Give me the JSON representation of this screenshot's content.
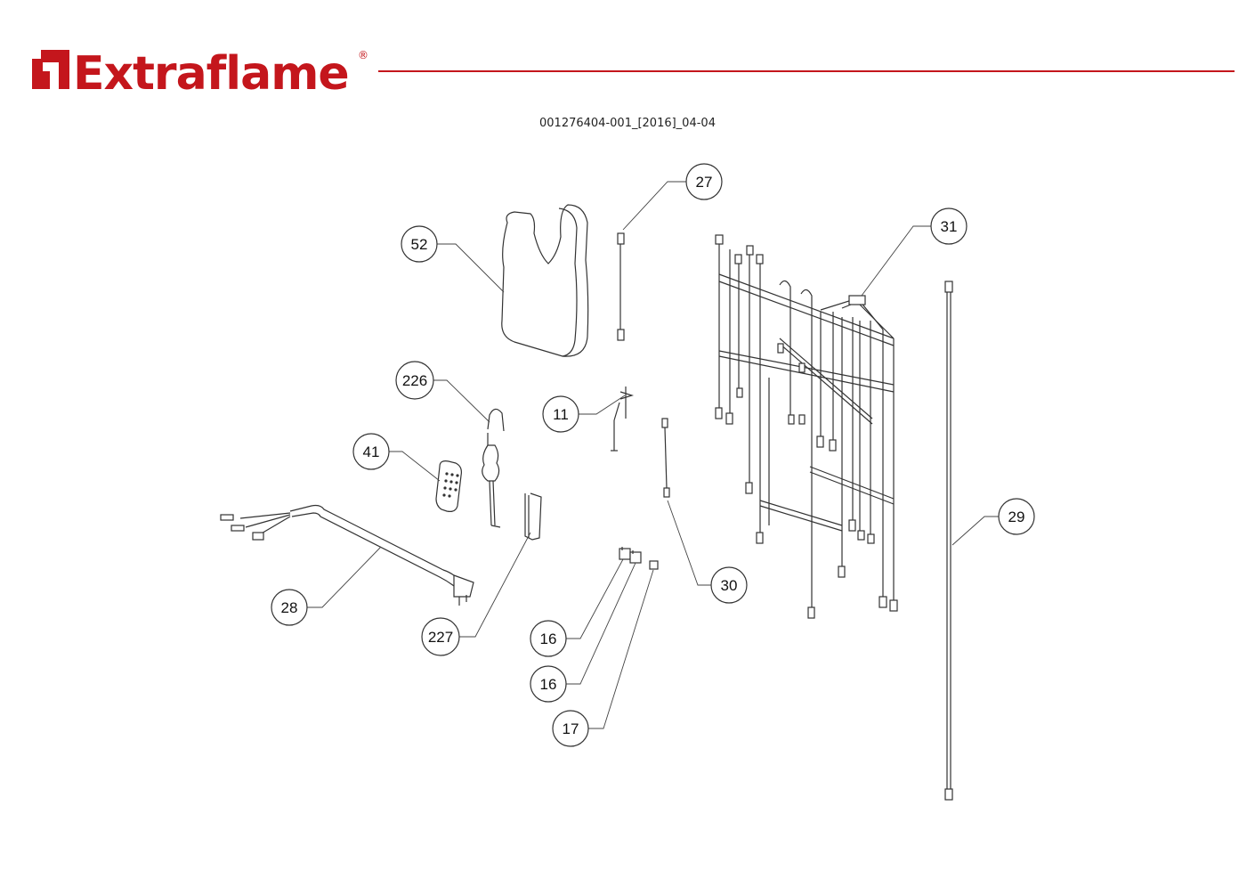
{
  "header": {
    "brand": "Extraflame",
    "registered_mark": "®",
    "brand_color": "#c4161c",
    "document_code": "001276404-001_[2016]_04-04"
  },
  "callouts": [
    {
      "label": "27",
      "part": "cable-27"
    },
    {
      "label": "52",
      "part": "glove-52"
    },
    {
      "label": "31",
      "part": "wiring-harness-31"
    },
    {
      "label": "226",
      "part": "probe-226"
    },
    {
      "label": "11",
      "part": "sensor-11"
    },
    {
      "label": "41",
      "part": "remote-control-41"
    },
    {
      "label": "29",
      "part": "cable-29"
    },
    {
      "label": "28",
      "part": "power-cable-28"
    },
    {
      "label": "30",
      "part": "cable-30"
    },
    {
      "label": "227",
      "part": "hex-key-227"
    },
    {
      "label": "16",
      "part": "connector-16a"
    },
    {
      "label": "16",
      "part": "connector-16b"
    },
    {
      "label": "17",
      "part": "connector-17"
    }
  ]
}
